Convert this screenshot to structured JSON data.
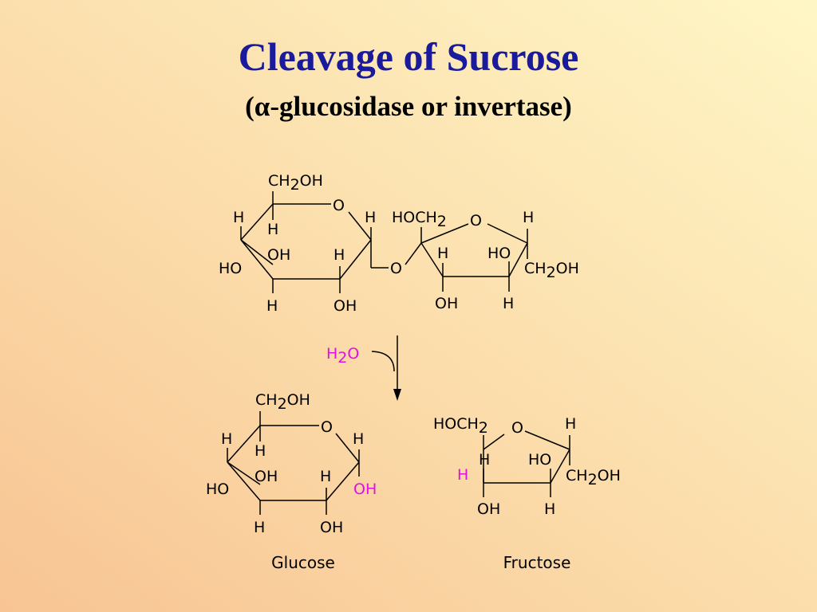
{
  "slide": {
    "title": "Cleavage of Sucrose",
    "subtitle": "(α-glucosidase or invertase)"
  },
  "labels": {
    "H": "H",
    "OH": "OH",
    "HO": "HO",
    "O": "O",
    "CH": "CH",
    "HOCH": "HOCH",
    "sub2": "2"
  },
  "reagent": {
    "water_prefix": "H",
    "water_sub": "2",
    "water_suffix": "O"
  },
  "captions": {
    "glucose": "Glucose",
    "fructose": "Fructose"
  },
  "colors": {
    "title": "#1a1a9c",
    "highlight": "#e010e0"
  }
}
